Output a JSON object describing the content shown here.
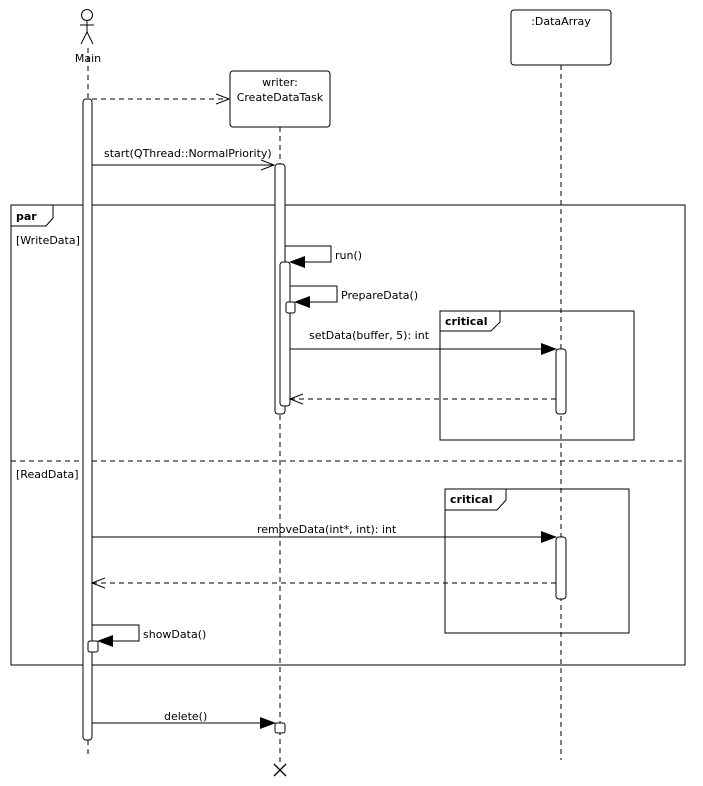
{
  "lifelines": {
    "main": {
      "label": "Main"
    },
    "writer": {
      "label_line1": "writer:",
      "label_line2": "CreateDataTask"
    },
    "dataarray": {
      "label": ":DataArray"
    }
  },
  "messages": {
    "start": "start(QThread::NormalPriority)",
    "run": "run()",
    "prepare": "PrepareData()",
    "setdata": "setData(buffer, 5): int",
    "removedata": "removeData(int*, int): int",
    "showdata": "showData()",
    "delete": "delete()"
  },
  "fragments": {
    "par": {
      "operator": "par",
      "guard_write": "[WriteData]",
      "guard_read": "[ReadData]"
    },
    "critical_1": {
      "operator": "critical"
    },
    "critical_2": {
      "operator": "critical"
    }
  }
}
